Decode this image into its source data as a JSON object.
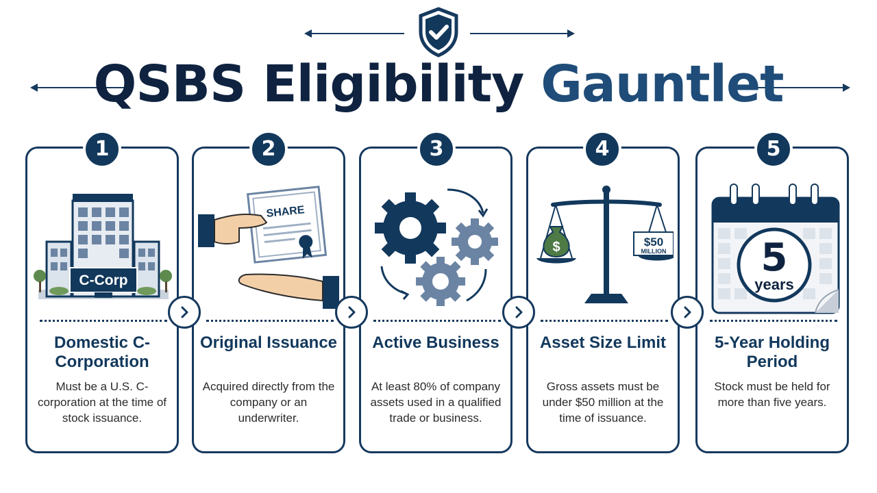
{
  "header": {
    "title_part1": "QSBS Eligibility",
    "title_part2": "Gauntlet",
    "icon": "shield-check-icon"
  },
  "steps": [
    {
      "number": "1",
      "title": "Domestic C-Corporation",
      "description": "Must be a U.S. C-corporation at the time of stock issuance.",
      "icon": "office-building-icon",
      "sign_label": "C-Corp"
    },
    {
      "number": "2",
      "title": "Original Issuance",
      "description": "Acquired directly from the company or an underwriter.",
      "icon": "share-certificate-handoff-icon",
      "certificate_label": "SHARE"
    },
    {
      "number": "3",
      "title": "Active Business",
      "description": "At least 80% of company assets used in a qualified trade or business.",
      "icon": "gears-icon"
    },
    {
      "number": "4",
      "title": "Asset Size Limit",
      "description": "Gross assets must be under $50 million at the time of issuance.",
      "icon": "balance-scale-icon",
      "weight_amount": "$50",
      "weight_unit": "MILLION"
    },
    {
      "number": "5",
      "title": "5-Year Holding Period",
      "description": "Stock must be held for more than five years.",
      "icon": "calendar-icon",
      "calendar_number": "5",
      "calendar_unit": "years"
    }
  ],
  "colors": {
    "navy": "#12385c",
    "dark_navy": "#0f2340",
    "steel": "#6b84a3",
    "light_gray": "#dde3ea",
    "skin": "#f3cfa8"
  }
}
